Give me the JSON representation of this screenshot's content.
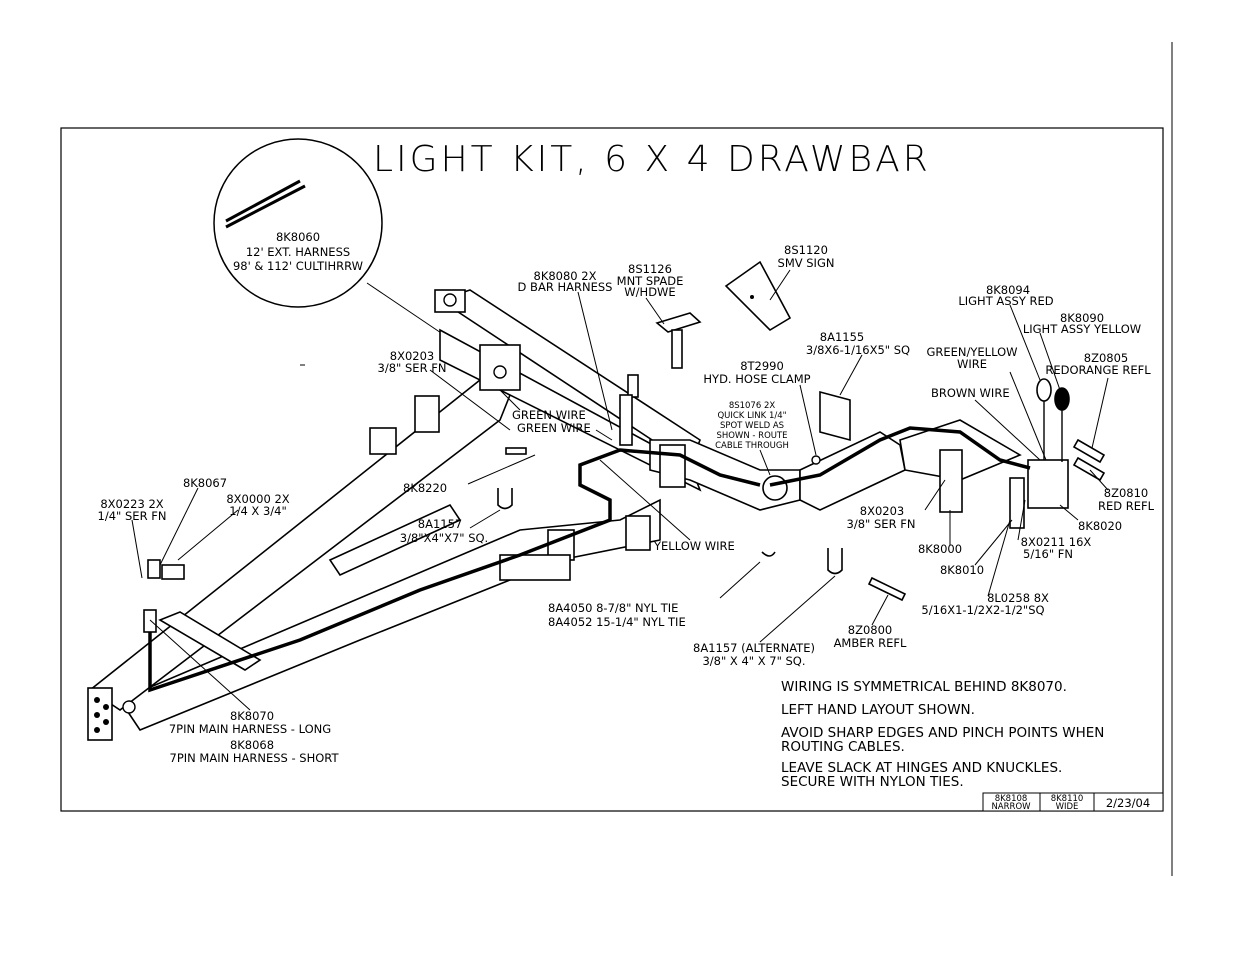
{
  "title": "LIGHT KIT, 6 X 4 DRAWBAR",
  "detail_callout": {
    "part": "8K8060",
    "line1": "12' EXT. HARNESS",
    "line2": "98' & 112' CULTIHRRW"
  },
  "labels": {
    "k8080_a": "8K8080 2X",
    "k8080_b": "D BAR HARNESS",
    "s1126_a": "8S1126",
    "s1126_b": "MNT SPADE",
    "s1126_c": "W/HDWE",
    "s1120_a": "8S1120",
    "s1120_b": "SMV SIGN",
    "x0203_top_a": "8X0203",
    "x0203_top_b": "3/8\" SER FN",
    "green_wire_1": "GREEN WIRE",
    "green_wire_2": "GREEN WIRE",
    "a1155_a": "8A1155",
    "a1155_b": "3/8X6-1/16X5\" SQ",
    "t2990_a": "8T2990",
    "t2990_b": "HYD. HOSE CLAMP",
    "s1076_a": "8S1076 2X",
    "s1076_b": "QUICK LINK 1/4\"",
    "s1076_c": "SPOT WELD AS",
    "s1076_d": "SHOWN - ROUTE",
    "s1076_e": "CABLE THROUGH",
    "k8094_a": "8K8094",
    "k8094_b": "LIGHT ASSY RED",
    "k8090_a": "8K8090",
    "k8090_b": "LIGHT ASSY YELLOW",
    "green_yellow_a": "GREEN/YELLOW",
    "green_yellow_b": "WIRE",
    "brown_wire": "BROWN WIRE",
    "z0805_a": "8Z0805",
    "z0805_b": "REDORANGE REFL",
    "z0810_a": "8Z0810",
    "z0810_b": "RED REFL",
    "k8020": "8K8020",
    "k8220": "8K8220",
    "k8067": "8K8067",
    "x0223_a": "8X0223 2X",
    "x0223_b": "1/4\" SER FN",
    "x0000_a": "8X0000 2X",
    "x0000_b": "1/4 X 3/4\"",
    "a1157_a": "8A1157",
    "a1157_b": "3/8\"X4\"X7\" SQ.",
    "yellow_wire": "YELLOW WIRE",
    "x0203_low_a": "8X0203",
    "x0203_low_b": "3/8\" SER FN",
    "k8000": "8K8000",
    "k8010": "8K8010",
    "x0211_a": "8X0211 16X",
    "x0211_b": "5/16\" FN",
    "l0258_a": "8L0258 8X",
    "l0258_b": "5/16X1-1/2X2-1/2\"SQ",
    "a4050": "8A4050 8-7/8\" NYL TIE",
    "a4052": "8A4052 15-1/4\" NYL TIE",
    "z0800_a": "8Z0800",
    "z0800_b": "AMBER REFL",
    "a1157alt_a": "8A1157 (ALTERNATE)",
    "a1157alt_b": "3/8\" X 4\" X 7\" SQ.",
    "k8070_a": "8K8070",
    "k8070_b": "7PIN MAIN HARNESS - LONG",
    "k8068_a": "8K8068",
    "k8068_b": "7PIN MAIN HARNESS - SHORT"
  },
  "notes": {
    "n1": "WIRING IS SYMMETRICAL BEHIND 8K8070.",
    "n2": "LEFT HAND LAYOUT SHOWN.",
    "n3a": "AVOID SHARP EDGES AND PINCH POINTS WHEN",
    "n3b": "ROUTING CABLES.",
    "n4a": "LEAVE SLACK AT HINGES AND KNUCKLES.",
    "n4b": "SECURE WITH NYLON TIES."
  },
  "title_block": {
    "c1a": "8K8108",
    "c1b": "NARROW",
    "c2a": "8K8110",
    "c2b": "WIDE",
    "date": "2/23/04"
  }
}
